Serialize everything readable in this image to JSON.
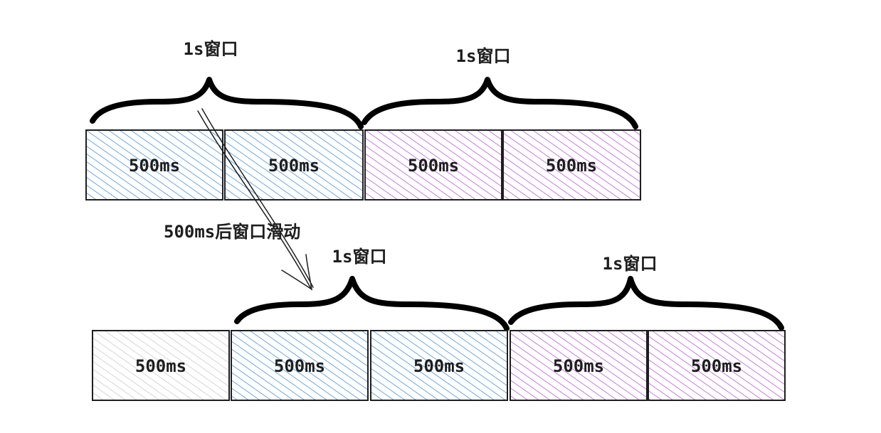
{
  "colors": {
    "blue": "#4a90d9",
    "purple": "#b85ad6",
    "gray": "#b8b8b8",
    "stroke": "#1e1e1e"
  },
  "top_row": {
    "cells": [
      {
        "label": "500ms",
        "color": "blue"
      },
      {
        "label": "500ms",
        "color": "blue"
      },
      {
        "label": "500ms",
        "color": "purple"
      },
      {
        "label": "500ms",
        "color": "purple"
      }
    ],
    "windows": [
      {
        "label": "1s窗口"
      },
      {
        "label": "1s窗口"
      }
    ]
  },
  "bottom_row": {
    "cells": [
      {
        "label": "500ms",
        "color": "gray"
      },
      {
        "label": "500ms",
        "color": "blue"
      },
      {
        "label": "500ms",
        "color": "blue"
      },
      {
        "label": "500ms",
        "color": "purple"
      },
      {
        "label": "500ms",
        "color": "purple"
      }
    ],
    "windows": [
      {
        "label": "1s窗口"
      },
      {
        "label": "1s窗口"
      }
    ]
  },
  "arrow": {
    "label": "500ms后窗口滑动"
  }
}
